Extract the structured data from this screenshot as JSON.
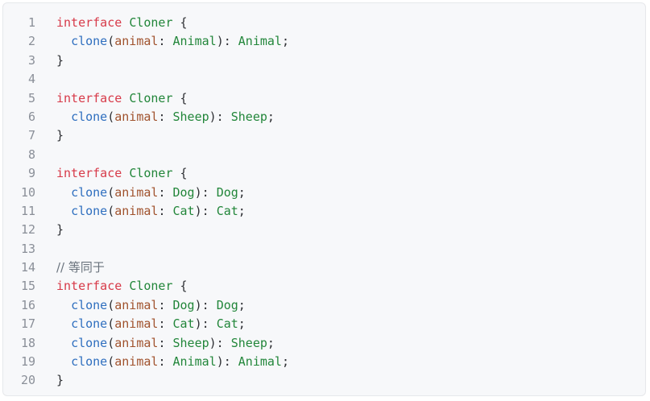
{
  "colors": {
    "background": "#f7f8fa",
    "keyword": "#d73a49",
    "type": "#22863a",
    "function": "#2f6fbf",
    "parameter": "#a0522d",
    "line_number": "#8a8f98",
    "comment": "#6a737d"
  },
  "code": {
    "lines": [
      {
        "number": "1",
        "tokens": [
          {
            "t": "keyword",
            "v": "interface"
          },
          {
            "t": "plain",
            "v": " "
          },
          {
            "t": "type",
            "v": "Cloner"
          },
          {
            "t": "punct",
            "v": " {"
          }
        ]
      },
      {
        "number": "2",
        "tokens": [
          {
            "t": "plain",
            "v": "  "
          },
          {
            "t": "func",
            "v": "clone"
          },
          {
            "t": "punct",
            "v": "("
          },
          {
            "t": "param",
            "v": "animal"
          },
          {
            "t": "punct",
            "v": ": "
          },
          {
            "t": "type",
            "v": "Animal"
          },
          {
            "t": "punct",
            "v": "): "
          },
          {
            "t": "type",
            "v": "Animal"
          },
          {
            "t": "punct",
            "v": ";"
          }
        ]
      },
      {
        "number": "3",
        "tokens": [
          {
            "t": "punct",
            "v": "}"
          }
        ]
      },
      {
        "number": "4",
        "tokens": []
      },
      {
        "number": "5",
        "tokens": [
          {
            "t": "keyword",
            "v": "interface"
          },
          {
            "t": "plain",
            "v": " "
          },
          {
            "t": "type",
            "v": "Cloner"
          },
          {
            "t": "punct",
            "v": " {"
          }
        ]
      },
      {
        "number": "6",
        "tokens": [
          {
            "t": "plain",
            "v": "  "
          },
          {
            "t": "func",
            "v": "clone"
          },
          {
            "t": "punct",
            "v": "("
          },
          {
            "t": "param",
            "v": "animal"
          },
          {
            "t": "punct",
            "v": ": "
          },
          {
            "t": "type",
            "v": "Sheep"
          },
          {
            "t": "punct",
            "v": "): "
          },
          {
            "t": "type",
            "v": "Sheep"
          },
          {
            "t": "punct",
            "v": ";"
          }
        ]
      },
      {
        "number": "7",
        "tokens": [
          {
            "t": "punct",
            "v": "}"
          }
        ]
      },
      {
        "number": "8",
        "tokens": []
      },
      {
        "number": "9",
        "tokens": [
          {
            "t": "keyword",
            "v": "interface"
          },
          {
            "t": "plain",
            "v": " "
          },
          {
            "t": "type",
            "v": "Cloner"
          },
          {
            "t": "punct",
            "v": " {"
          }
        ]
      },
      {
        "number": "10",
        "tokens": [
          {
            "t": "plain",
            "v": "  "
          },
          {
            "t": "func",
            "v": "clone"
          },
          {
            "t": "punct",
            "v": "("
          },
          {
            "t": "param",
            "v": "animal"
          },
          {
            "t": "punct",
            "v": ": "
          },
          {
            "t": "type",
            "v": "Dog"
          },
          {
            "t": "punct",
            "v": "): "
          },
          {
            "t": "type",
            "v": "Dog"
          },
          {
            "t": "punct",
            "v": ";"
          }
        ]
      },
      {
        "number": "11",
        "tokens": [
          {
            "t": "plain",
            "v": "  "
          },
          {
            "t": "func",
            "v": "clone"
          },
          {
            "t": "punct",
            "v": "("
          },
          {
            "t": "param",
            "v": "animal"
          },
          {
            "t": "punct",
            "v": ": "
          },
          {
            "t": "type",
            "v": "Cat"
          },
          {
            "t": "punct",
            "v": "): "
          },
          {
            "t": "type",
            "v": "Cat"
          },
          {
            "t": "punct",
            "v": ";"
          }
        ]
      },
      {
        "number": "12",
        "tokens": [
          {
            "t": "punct",
            "v": "}"
          }
        ]
      },
      {
        "number": "13",
        "tokens": []
      },
      {
        "number": "14",
        "tokens": [
          {
            "t": "comment",
            "v": "// 等同于"
          }
        ]
      },
      {
        "number": "15",
        "tokens": [
          {
            "t": "keyword",
            "v": "interface"
          },
          {
            "t": "plain",
            "v": " "
          },
          {
            "t": "type",
            "v": "Cloner"
          },
          {
            "t": "punct",
            "v": " {"
          }
        ]
      },
      {
        "number": "16",
        "tokens": [
          {
            "t": "plain",
            "v": "  "
          },
          {
            "t": "func",
            "v": "clone"
          },
          {
            "t": "punct",
            "v": "("
          },
          {
            "t": "param",
            "v": "animal"
          },
          {
            "t": "punct",
            "v": ": "
          },
          {
            "t": "type",
            "v": "Dog"
          },
          {
            "t": "punct",
            "v": "): "
          },
          {
            "t": "type",
            "v": "Dog"
          },
          {
            "t": "punct",
            "v": ";"
          }
        ]
      },
      {
        "number": "17",
        "tokens": [
          {
            "t": "plain",
            "v": "  "
          },
          {
            "t": "func",
            "v": "clone"
          },
          {
            "t": "punct",
            "v": "("
          },
          {
            "t": "param",
            "v": "animal"
          },
          {
            "t": "punct",
            "v": ": "
          },
          {
            "t": "type",
            "v": "Cat"
          },
          {
            "t": "punct",
            "v": "): "
          },
          {
            "t": "type",
            "v": "Cat"
          },
          {
            "t": "punct",
            "v": ";"
          }
        ]
      },
      {
        "number": "18",
        "tokens": [
          {
            "t": "plain",
            "v": "  "
          },
          {
            "t": "func",
            "v": "clone"
          },
          {
            "t": "punct",
            "v": "("
          },
          {
            "t": "param",
            "v": "animal"
          },
          {
            "t": "punct",
            "v": ": "
          },
          {
            "t": "type",
            "v": "Sheep"
          },
          {
            "t": "punct",
            "v": "): "
          },
          {
            "t": "type",
            "v": "Sheep"
          },
          {
            "t": "punct",
            "v": ";"
          }
        ]
      },
      {
        "number": "19",
        "tokens": [
          {
            "t": "plain",
            "v": "  "
          },
          {
            "t": "func",
            "v": "clone"
          },
          {
            "t": "punct",
            "v": "("
          },
          {
            "t": "param",
            "v": "animal"
          },
          {
            "t": "punct",
            "v": ": "
          },
          {
            "t": "type",
            "v": "Animal"
          },
          {
            "t": "punct",
            "v": "): "
          },
          {
            "t": "type",
            "v": "Animal"
          },
          {
            "t": "punct",
            "v": ";"
          }
        ]
      },
      {
        "number": "20",
        "tokens": [
          {
            "t": "punct",
            "v": "}"
          }
        ]
      }
    ]
  }
}
